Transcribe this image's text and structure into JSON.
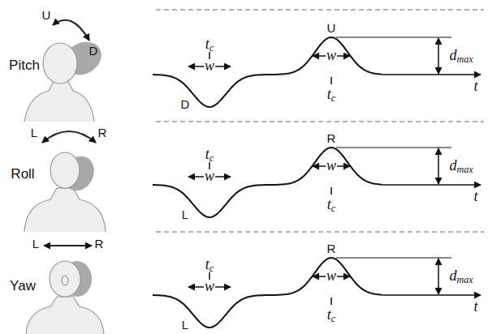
{
  "diagram": {
    "labels": [
      "Pitch",
      "U",
      "D",
      "tc",
      "w",
      "D",
      "tc",
      "w",
      "U",
      "dmax",
      "t",
      "Roll",
      "L",
      "R",
      "tc",
      "w",
      "L",
      "tc",
      "w",
      "R",
      "dmax",
      "t",
      "Yaw",
      "L",
      "R",
      "tc",
      "w",
      "L",
      "tc",
      "w",
      "R",
      "dmax",
      "t"
    ]
  }
}
